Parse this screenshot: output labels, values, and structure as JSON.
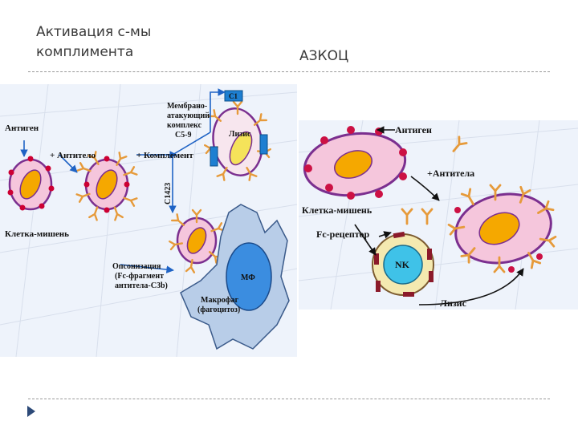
{
  "slide": {
    "title_left_line1": "Активация с-мы",
    "title_left_line2": "комплимента",
    "title_right": "АЗКОЦ"
  },
  "left_diagram": {
    "antigen": "Антиген",
    "plus_antibody": "+ Антитело",
    "plus_complement": "+ Комплемент",
    "target_cell": "Клетка-мишень",
    "mac_line1": "Мембрано-",
    "mac_line2": "атакующий",
    "mac_line3": "комплекс",
    "mac_line4": "С5-9",
    "c1": "C1",
    "c1423": "С1423",
    "lysis": "Лизис",
    "opson_line1": "Опсонизация",
    "opson_line2": "(Fc-фрагмент",
    "opson_line3": "антитела-С3b)",
    "mf": "МФ",
    "macrophage_line1": "Макрофаг",
    "macrophage_line2": "(фагоцитоз)"
  },
  "right_diagram": {
    "antigen": "Антиген",
    "plus_antibody": "+Антитела",
    "target_cell": "Клетка-мишень",
    "fc_receptor": "Fc-рецептор",
    "nk": "NK",
    "lysis": "Лизис"
  },
  "colors": {
    "cell_membrane": "#7b2f8f",
    "cell_fill": "#f5c6dc",
    "nucleus": "#f5a800",
    "antigen": "#cc0033",
    "antibody": "#e69a3a",
    "macrophage": "#b8cde8",
    "nk_ring": "#f4e9b0",
    "nk_core": "#3fc2e8",
    "arrow": "#1f63c5",
    "grid": "#dfe3ee"
  }
}
